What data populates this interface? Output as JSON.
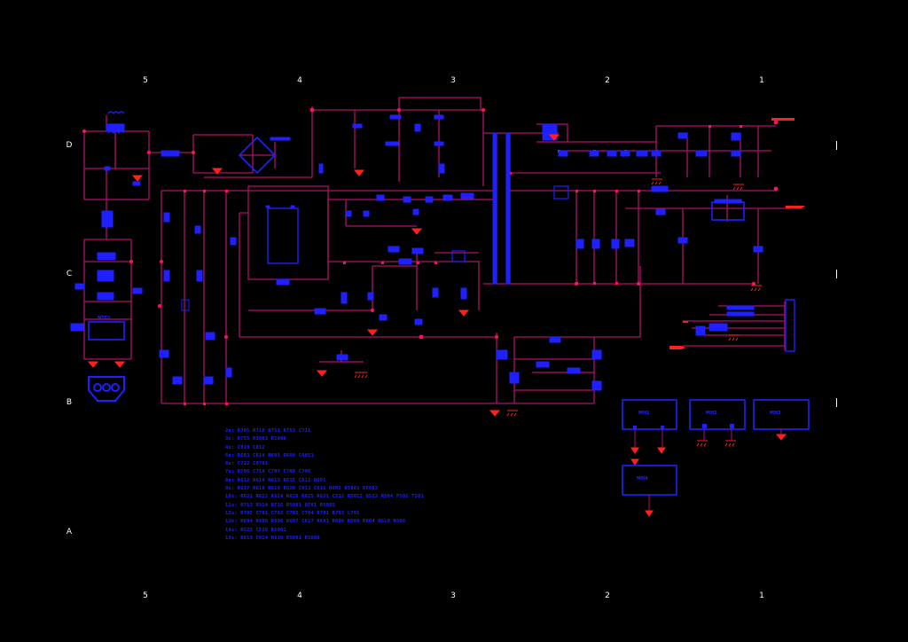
{
  "sheet": {
    "title": "",
    "column_labels_top": [
      "5",
      "4",
      "3",
      "2",
      "1"
    ],
    "column_labels_bottom": [
      "5",
      "4",
      "3",
      "2",
      "1"
    ],
    "row_labels": [
      "D",
      "C",
      "B",
      "A"
    ],
    "colors": {
      "background": "#000000",
      "wire": "#b0106a",
      "component": "#2020ff",
      "junction": "#ff1060",
      "ground": "#ff2020",
      "grid_text": "#ffffff"
    }
  },
  "notes": [
    "2x: R705 R710 R751 R753 C711",
    "3x: R755 R5083 R5086",
    "4x: C810 C812",
    "5x: R603 C614 R605 Q608 C6051",
    "6x: C712 C8701",
    "7x: R706 C714 C707 C708 C706",
    "8x: R612 R614 R613 R615 C612 Q601",
    "9x: R617 R618 R619 R620 C613 C611 R602 R5081 R5082",
    "10x: R621 R622 R624 R626 R625 R621 C512 R5012 Q512 R504 F501 T501",
    "11x: R713 R514 R715 R5081 Q701 R5085",
    "12x: R702 C701 C702 C703 C704 R701 R703 L701",
    "13x: R604 R606 R608 R607 C617 R601 R606 R609 R604 R610 R606",
    "14x: R523 C528 R5001",
    "15x: R613 C614 R616 R5001 R5080"
  ],
  "modules": [
    {
      "label": "NTC1"
    },
    {
      "label": "MH1"
    },
    {
      "label": "MH2"
    },
    {
      "label": "MH3"
    },
    {
      "label": "MH4"
    }
  ]
}
